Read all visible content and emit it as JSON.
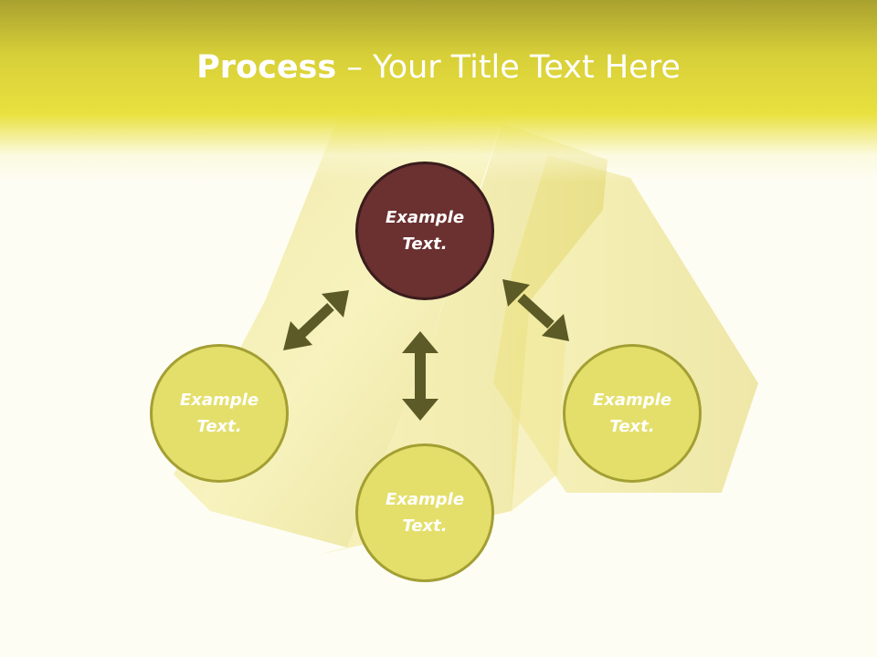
{
  "title": {
    "bold": "Process",
    "rest": " – Your Title Text Here"
  },
  "nodes": [
    {
      "line1": "Example",
      "line2": "Text."
    },
    {
      "line1": "Example",
      "line2": "Text."
    },
    {
      "line1": "Example",
      "line2": "Text."
    },
    {
      "line1": "Example",
      "line2": "Text."
    }
  ],
  "colors": {
    "header": "#e9e13f",
    "center_node": "#6b3030",
    "outer_node": "#e4df6a",
    "arrow": "#5c5a26"
  },
  "background": {
    "image": "gold bars photo, faded"
  }
}
